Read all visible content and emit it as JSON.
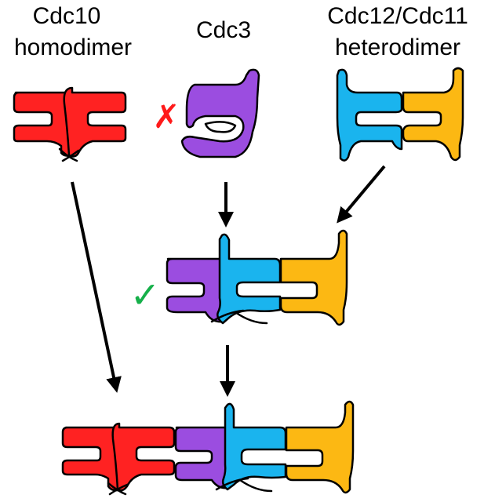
{
  "labels": {
    "cdc10": [
      "Cdc10",
      "homodimer"
    ],
    "cdc3": "Cdc3",
    "cdc12_cdc11": [
      "Cdc12/Cdc11",
      "heterodimer"
    ]
  },
  "marks": {
    "cross": "✗",
    "check": "✓"
  },
  "colors": {
    "cdc10": "#ff2222",
    "cdc3": "#9b4de0",
    "cdc12": "#1ab4ee",
    "cdc11": "#fcb813",
    "cross": "#ff1a1a",
    "check": "#16b04a",
    "outline": "#000000"
  },
  "icons": [
    "red-cross-icon",
    "green-check-icon",
    "arrow-icon"
  ]
}
